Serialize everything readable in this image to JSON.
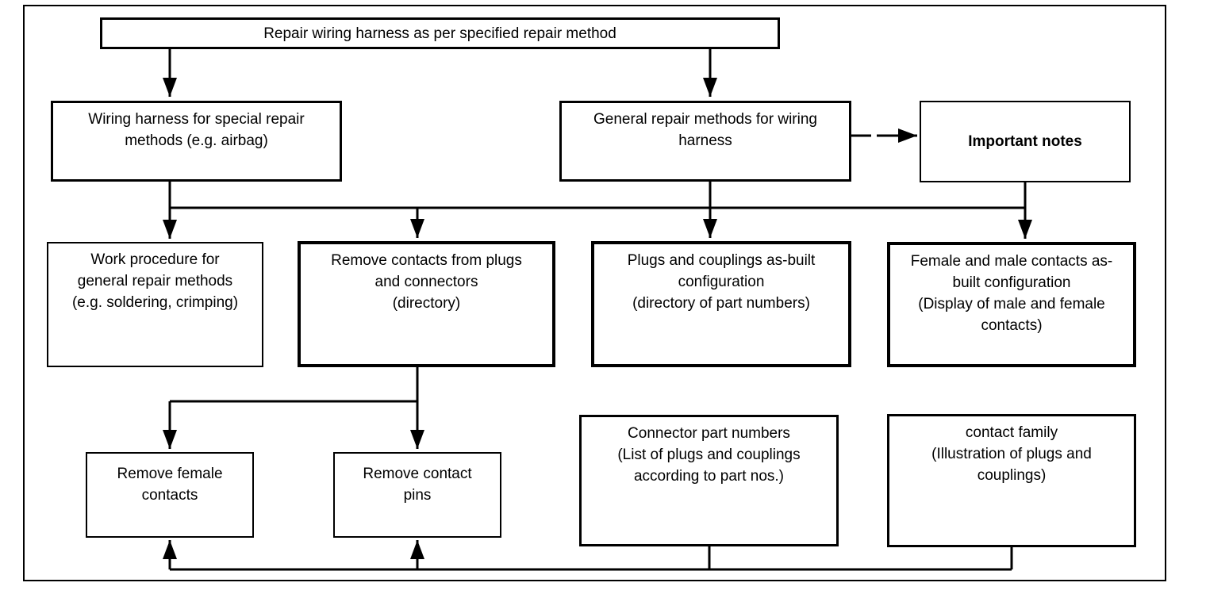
{
  "diagram": {
    "colors": {
      "line": "#000000",
      "background": "#ffffff",
      "box_fill": "#ffffff",
      "text": "#000000"
    },
    "boxes": {
      "repair_method": {
        "lines": [
          "Repair wiring harness as per specified repair method"
        ]
      },
      "special_repair": {
        "lines": [
          "Wiring harness for special repair",
          "methods (e.g. airbag)"
        ]
      },
      "general_repair": {
        "lines": [
          "General repair methods for wiring",
          "harness"
        ]
      },
      "important_notes": {
        "lines": [
          "Important notes"
        ]
      },
      "work_procedure": {
        "lines": [
          "Work procedure for",
          "general repair methods",
          "(e.g. soldering, crimping)"
        ]
      },
      "remove_contacts": {
        "lines": [
          "Remove contacts from plugs",
          "and connectors",
          "(directory)"
        ]
      },
      "plugs_couplings": {
        "lines": [
          "Plugs and couplings as-built",
          "configuration",
          "(directory of part numbers)"
        ]
      },
      "female_male_contacts": {
        "lines": [
          "Female and male contacts as-",
          "built configuration",
          "(Display of male and female",
          "contacts)"
        ]
      },
      "remove_female": {
        "lines": [
          "Remove female",
          "contacts"
        ]
      },
      "remove_pins": {
        "lines": [
          "Remove contact",
          "pins"
        ]
      },
      "connector_numbers": {
        "lines": [
          "Connector part numbers",
          "(List of plugs and couplings",
          "according to part nos.)"
        ]
      },
      "contact_family": {
        "lines": [
          "contact family",
          "(Illustration of plugs and",
          "couplings)"
        ]
      }
    }
  }
}
